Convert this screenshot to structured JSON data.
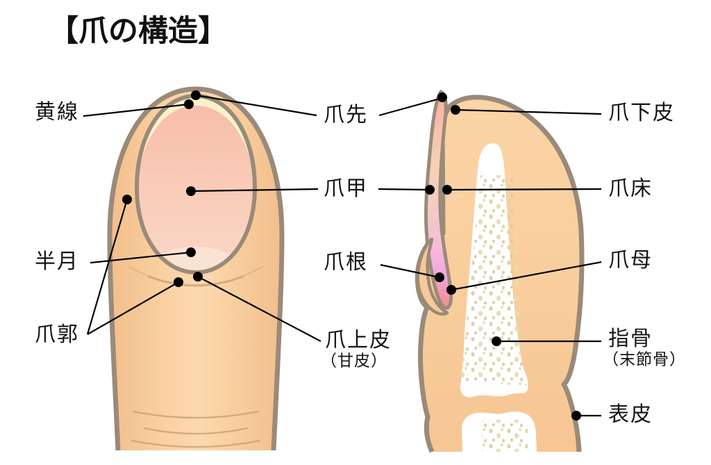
{
  "title": "【爪の構造】",
  "labels": {
    "yellow_line": {
      "text": "黄線"
    },
    "lunula": {
      "text": "半月"
    },
    "nail_fold": {
      "text": "爪郭"
    },
    "nail_tip": {
      "text": "爪先"
    },
    "nail_plate": {
      "text": "爪甲"
    },
    "nail_root": {
      "text": "爪根"
    },
    "eponychium": {
      "text": "爪上皮",
      "sub": "（甘皮）"
    },
    "hyponychium": {
      "text": "爪下皮"
    },
    "nail_bed": {
      "text": "爪床"
    },
    "nail_matrix": {
      "text": "爪母"
    },
    "phalanx": {
      "text": "指骨",
      "sub": "（末節骨）"
    },
    "epidermis": {
      "text": "表皮"
    }
  },
  "colors": {
    "background": "#FFFFFF",
    "outline": "#9A8A79",
    "skin": "#F8CB9B",
    "skin_light": "#FBD9AE",
    "nail_free_edge": "#FAF1CB",
    "nail_pink": "#F8C0AC",
    "nail_pink_light": "#FAD7C7",
    "lunula_fill": "#FBE3D3",
    "crease": "#C89B6F",
    "bone": "#FFFFFF",
    "bone_speckle": "#DFD3A6",
    "nail_root_pink": "#F0A6E2",
    "leader_line": "#000000",
    "text": "#111111"
  }
}
